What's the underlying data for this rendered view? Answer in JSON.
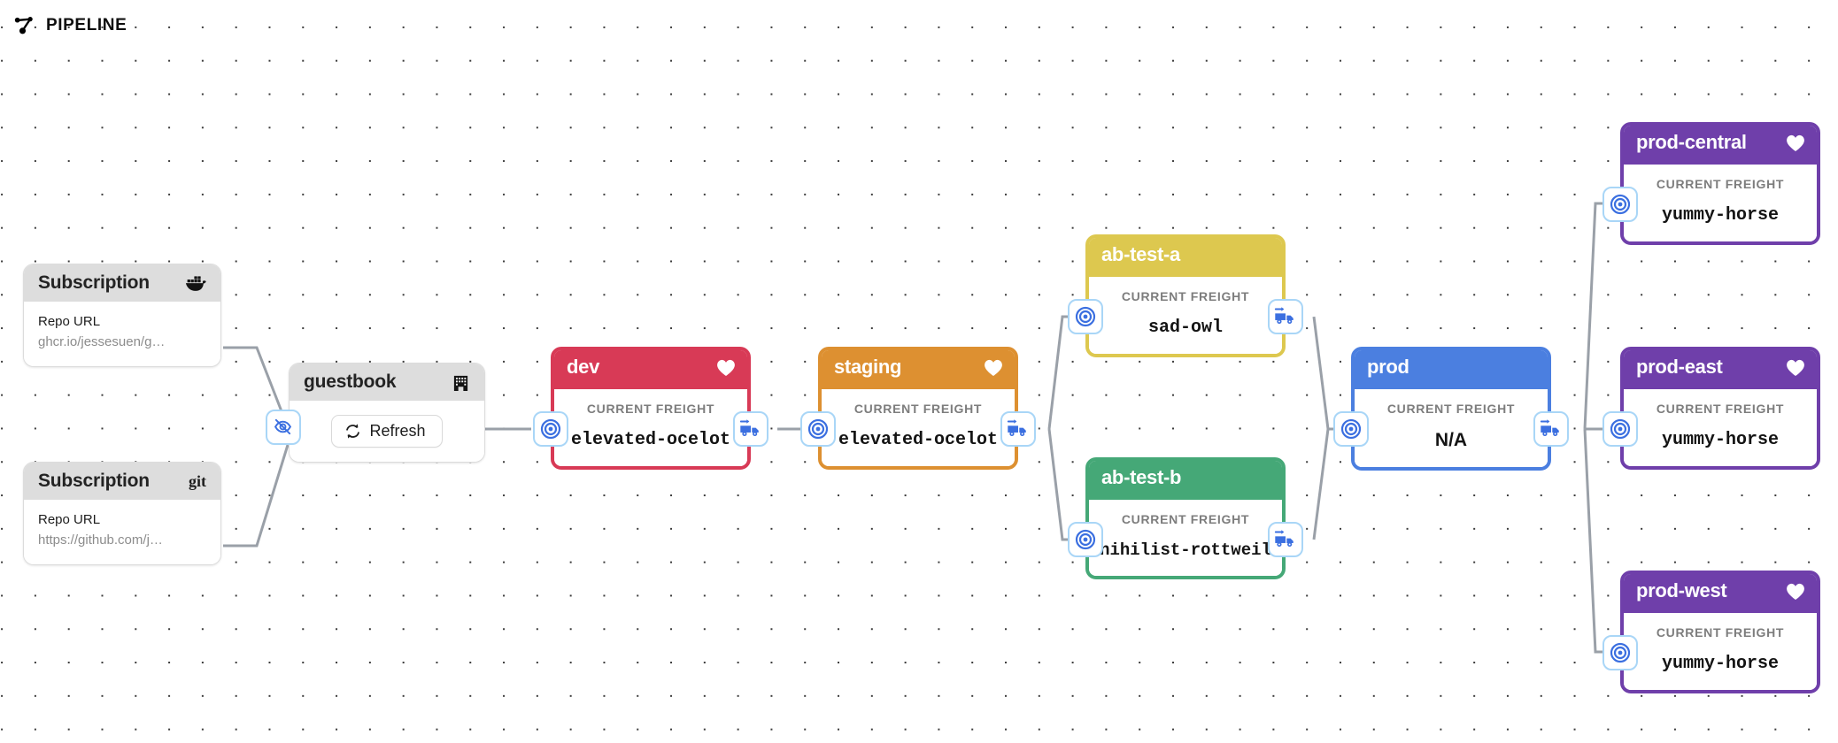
{
  "header": {
    "logo_icon": "pipeline-icon",
    "title": "PIPELINE"
  },
  "labels": {
    "current_freight": "CURRENT FREIGHT",
    "repo_url_label": "Repo URL",
    "refresh": "Refresh"
  },
  "subscriptions": [
    {
      "title": "Subscription",
      "icon": "docker-icon",
      "field_label": "Repo URL",
      "field_value": "ghcr.io/jessesuen/g…"
    },
    {
      "title": "Subscription",
      "icon": "git-icon",
      "icon_text": "git",
      "field_label": "Repo URL",
      "field_value": "https://github.com/j…"
    }
  ],
  "warehouse": {
    "title": "guestbook",
    "icon": "warehouse-icon",
    "refresh_label": "Refresh"
  },
  "stages": [
    {
      "id": "dev",
      "name": "dev",
      "color": "#d83a56",
      "head_color": "#d83a56",
      "freight_label": "CURRENT FREIGHT",
      "freight": "elevated-ocelot",
      "favorite": true,
      "has_target": true,
      "has_truck": true
    },
    {
      "id": "staging",
      "name": "staging",
      "color": "#dd9031",
      "head_color": "#dd9031",
      "freight_label": "CURRENT FREIGHT",
      "freight": "elevated-ocelot",
      "favorite": true,
      "has_target": true,
      "has_truck": true
    },
    {
      "id": "ab-test-a",
      "name": "ab-test-a",
      "color": "#ddc84f",
      "head_color": "#ddc84f",
      "freight_label": "CURRENT FREIGHT",
      "freight": "sad-owl",
      "favorite": false,
      "has_target": true,
      "has_truck": true
    },
    {
      "id": "ab-test-b",
      "name": "ab-test-b",
      "color": "#45a877",
      "head_color": "#45a877",
      "freight_label": "CURRENT FREIGHT",
      "freight": "nihilist-rottweil",
      "favorite": false,
      "has_target": true,
      "has_truck": true
    },
    {
      "id": "prod",
      "name": "prod",
      "color": "#4b7fe0",
      "head_color": "#4b7fe0",
      "freight_label": "CURRENT FREIGHT",
      "freight": "N/A",
      "favorite": false,
      "has_target": true,
      "has_truck": true
    },
    {
      "id": "prod-central",
      "name": "prod-central",
      "color": "#6f3faa",
      "head_color": "#6f3faa",
      "freight_label": "CURRENT FREIGHT",
      "freight": "yummy-horse",
      "favorite": true,
      "has_target": true,
      "has_truck": false
    },
    {
      "id": "prod-east",
      "name": "prod-east",
      "color": "#6f3faa",
      "head_color": "#6f3faa",
      "freight_label": "CURRENT FREIGHT",
      "freight": "yummy-horse",
      "favorite": true,
      "has_target": true,
      "has_truck": false
    },
    {
      "id": "prod-west",
      "name": "prod-west",
      "color": "#6f3faa",
      "head_color": "#6f3faa",
      "freight_label": "CURRENT FREIGHT",
      "freight": "yummy-horse",
      "favorite": true,
      "has_target": true,
      "has_truck": false
    }
  ],
  "icons": {
    "eye_off": "eye-off-icon",
    "target": "target-icon",
    "truck": "truck-icon",
    "heart": "heart-icon"
  },
  "colors": {
    "edge": "#9aa0a8",
    "chip_border": "#a9d6f7",
    "chip_glyph": "#3b6fe0",
    "canvas": "#ffffff",
    "dot": "#3a3a3a"
  }
}
